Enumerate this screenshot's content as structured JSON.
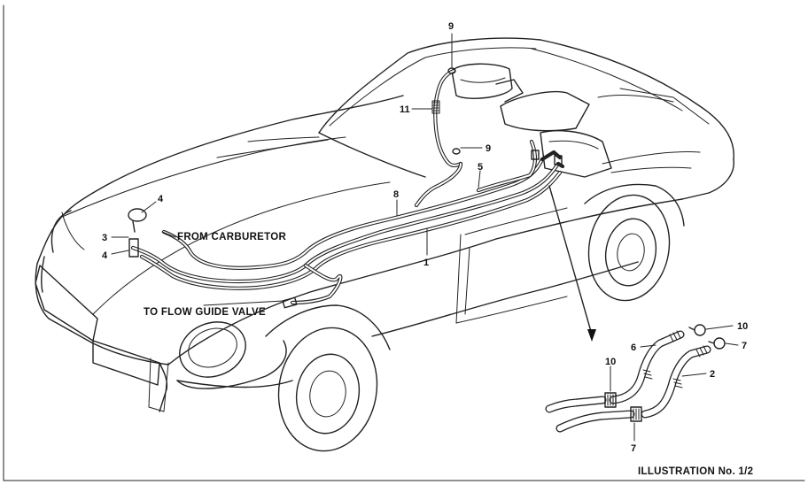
{
  "labels": {
    "from_carburetor": "FROM CARBURETOR",
    "to_flow_guide_valve": "TO FLOW GUIDE VALVE",
    "illustration": "ILLUSTRATION No. 1/2"
  },
  "callouts": {
    "p1": "1",
    "p2": "2",
    "p3": "3",
    "p4_upper": "4",
    "p4_lower": "4",
    "p5": "5",
    "p6": "6",
    "p7_right": "7",
    "p7_bottom": "7",
    "p8": "8",
    "p9_top": "9",
    "p9_mid": "9",
    "p10_right": "10",
    "p10_left": "10",
    "p11": "11"
  }
}
